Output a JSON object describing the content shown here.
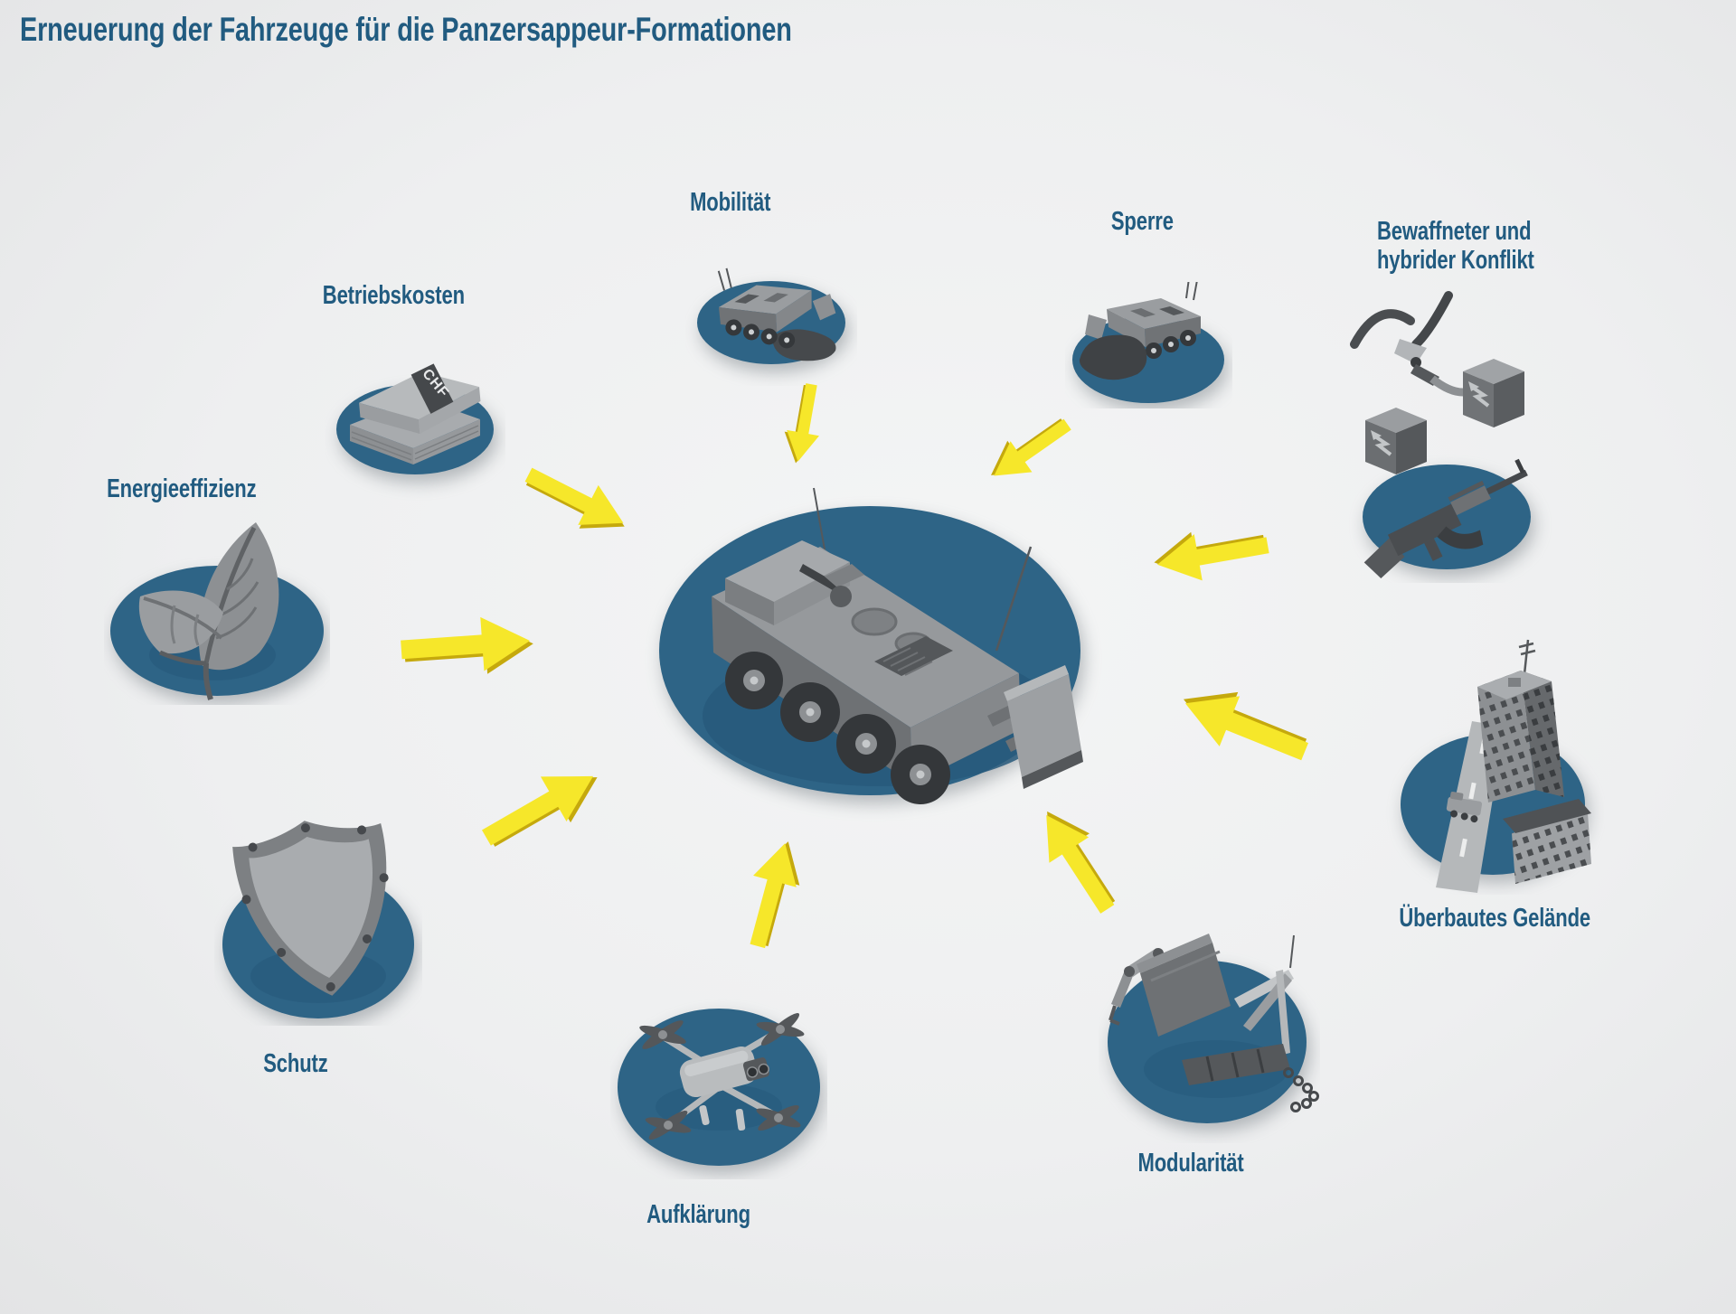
{
  "title": "Erneuerung der Fahrzeuge für die Panzersappeur-Formationen",
  "colors": {
    "background_light": "#f4f5f5",
    "background_dark": "#e3e4e5",
    "label_blue": "#215b80",
    "platform_blue": "#2e6486",
    "arrow_yellow": "#f6e72a",
    "arrow_side_yellow": "#c5a90d",
    "model_gray_light": "#b5b8ba",
    "model_gray": "#8d9093",
    "model_gray_dark": "#55585b"
  },
  "center": {
    "name": "Panzersappeur-Fahrzeug",
    "icon": "armored-engineer-vehicle-8x8-dozer-icon"
  },
  "items": [
    {
      "id": "betriebskosten",
      "label": "Betriebskosten",
      "icon": "chf-banknote-stacks-icon",
      "icon_text": "CHF"
    },
    {
      "id": "mobilitaet",
      "label": "Mobilität",
      "icon": "vehicle-on-terrain-icon"
    },
    {
      "id": "sperre",
      "label": "Sperre",
      "icon": "vehicle-pushing-obstacle-icon"
    },
    {
      "id": "bewaffneter-hybrider-konflikt",
      "label": "Bewaffneter und hybrider Konflikt",
      "label_line1": "Bewaffneter und",
      "label_line2": "hybrider Konflikt",
      "icon": "rifle-wirecutter-charges-icon"
    },
    {
      "id": "energieeffizienz",
      "label": "Energieeffizienz",
      "icon": "leaves-icon"
    },
    {
      "id": "schutz",
      "label": "Schutz",
      "icon": "shield-icon"
    },
    {
      "id": "aufklaerung",
      "label": "Aufklärung",
      "icon": "reconnaissance-drone-icon"
    },
    {
      "id": "modularitaet",
      "label": "Modularität",
      "icon": "attachment-modules-icon"
    },
    {
      "id": "ueberbautes-gelaende",
      "label": "Überbautes Gelände",
      "icon": "urban-buildings-road-icon"
    }
  ],
  "arrows": [
    {
      "from": "betriebskosten",
      "direction": "down-right"
    },
    {
      "from": "mobilitaet",
      "direction": "down"
    },
    {
      "from": "sperre",
      "direction": "down-left"
    },
    {
      "from": "bewaffneter-hybrider-konflikt",
      "direction": "left"
    },
    {
      "from": "ueberbautes-gelaende",
      "direction": "up-left"
    },
    {
      "from": "modularitaet",
      "direction": "up-left"
    },
    {
      "from": "aufklaerung",
      "direction": "up"
    },
    {
      "from": "schutz",
      "direction": "up-right"
    },
    {
      "from": "energieeffizienz",
      "direction": "right"
    }
  ]
}
